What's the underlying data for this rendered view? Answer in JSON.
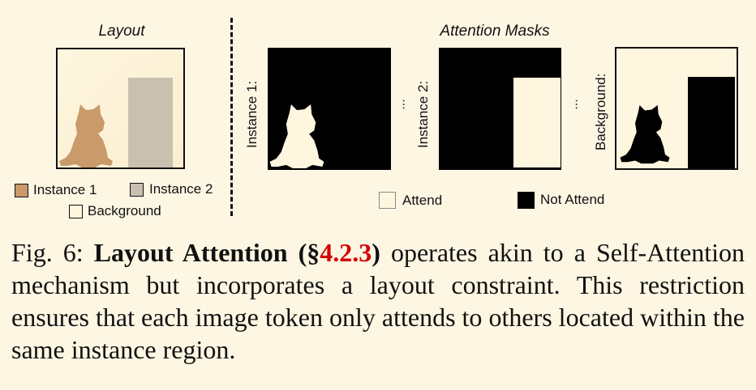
{
  "figure": {
    "layout_title": "Layout",
    "masks_title": "Attention Masks",
    "legend_layout": {
      "instance1": "Instance 1",
      "instance2": "Instance 2",
      "background": "Background"
    },
    "mask_labels": {
      "instance1": "Instance 1:",
      "instance2": "Instance 2:",
      "background": "Background:"
    },
    "ellipsis": "...",
    "legend_mask": {
      "attend": "Attend",
      "not_attend": "Not Attend"
    },
    "colors": {
      "page_bg": "#fdf6e3",
      "instance1": "#c99a6a",
      "instance2": "#c9c0b0",
      "background": "#fef6df",
      "attend": "#fef6df",
      "not_attend": "#000000"
    }
  },
  "caption": {
    "prefix": "Fig. 6: ",
    "bold_title": "Layout Attention (§",
    "ref": "4.2.3",
    "bold_close": ")",
    "body": " operates akin to a Self-Attention mechanism but incorporates a layout constraint. This restriction ensures that each image token only attends to others located within the same instance region."
  }
}
